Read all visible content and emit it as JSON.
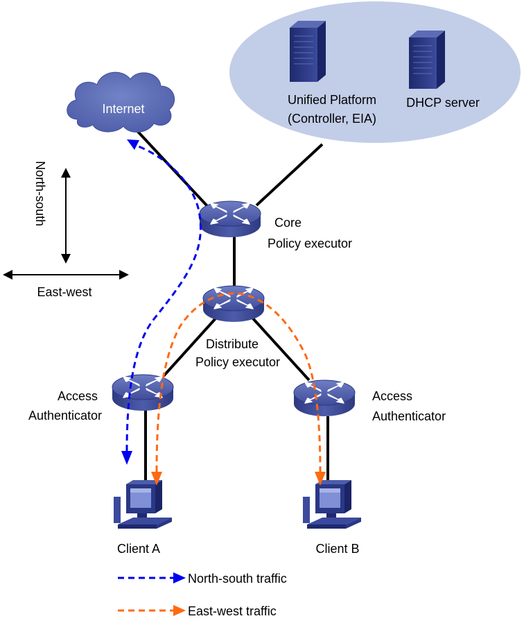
{
  "cloud": {
    "label": "Internet"
  },
  "servers": {
    "platform_line1": "Unified Platform",
    "platform_line2": "(Controller, EIA)",
    "dhcp": "DHCP server"
  },
  "devices": {
    "core": {
      "line1": "Core",
      "line2": "Policy executor"
    },
    "distribute": {
      "line1": "Distribute",
      "line2": "Policy executor"
    },
    "access_left": {
      "line1": "Access",
      "line2": "Authenticator"
    },
    "access_right": {
      "line1": "Access",
      "line2": "Authenticator"
    }
  },
  "clients": {
    "a": "Client A",
    "b": "Client B"
  },
  "axes": {
    "vertical": "North-south",
    "horizontal": "East-west"
  },
  "legend": {
    "north_south": "North-south traffic",
    "east_west": "East-west traffic"
  },
  "colors": {
    "north_south": "#0000ee",
    "east_west": "#ff6a13",
    "device_blue": "#4d5cab",
    "server_region": "#c2cde8",
    "cloud": "#5b6cb4"
  }
}
